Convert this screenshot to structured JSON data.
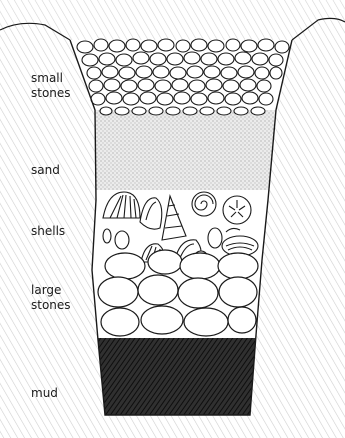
{
  "layers": [
    {
      "id": "small-stones",
      "label": "small\nstones"
    },
    {
      "id": "sand",
      "label": "sand"
    },
    {
      "id": "shells",
      "label": "shells"
    },
    {
      "id": "large-stones",
      "label": "large\nstones"
    },
    {
      "id": "mud",
      "label": "mud"
    }
  ],
  "colors": {
    "ink": "#1a1a1a",
    "sand": "#e6e6e6",
    "mud": "#2a2a2a",
    "soil": "#d4d4d4",
    "paper": "#ffffff"
  }
}
